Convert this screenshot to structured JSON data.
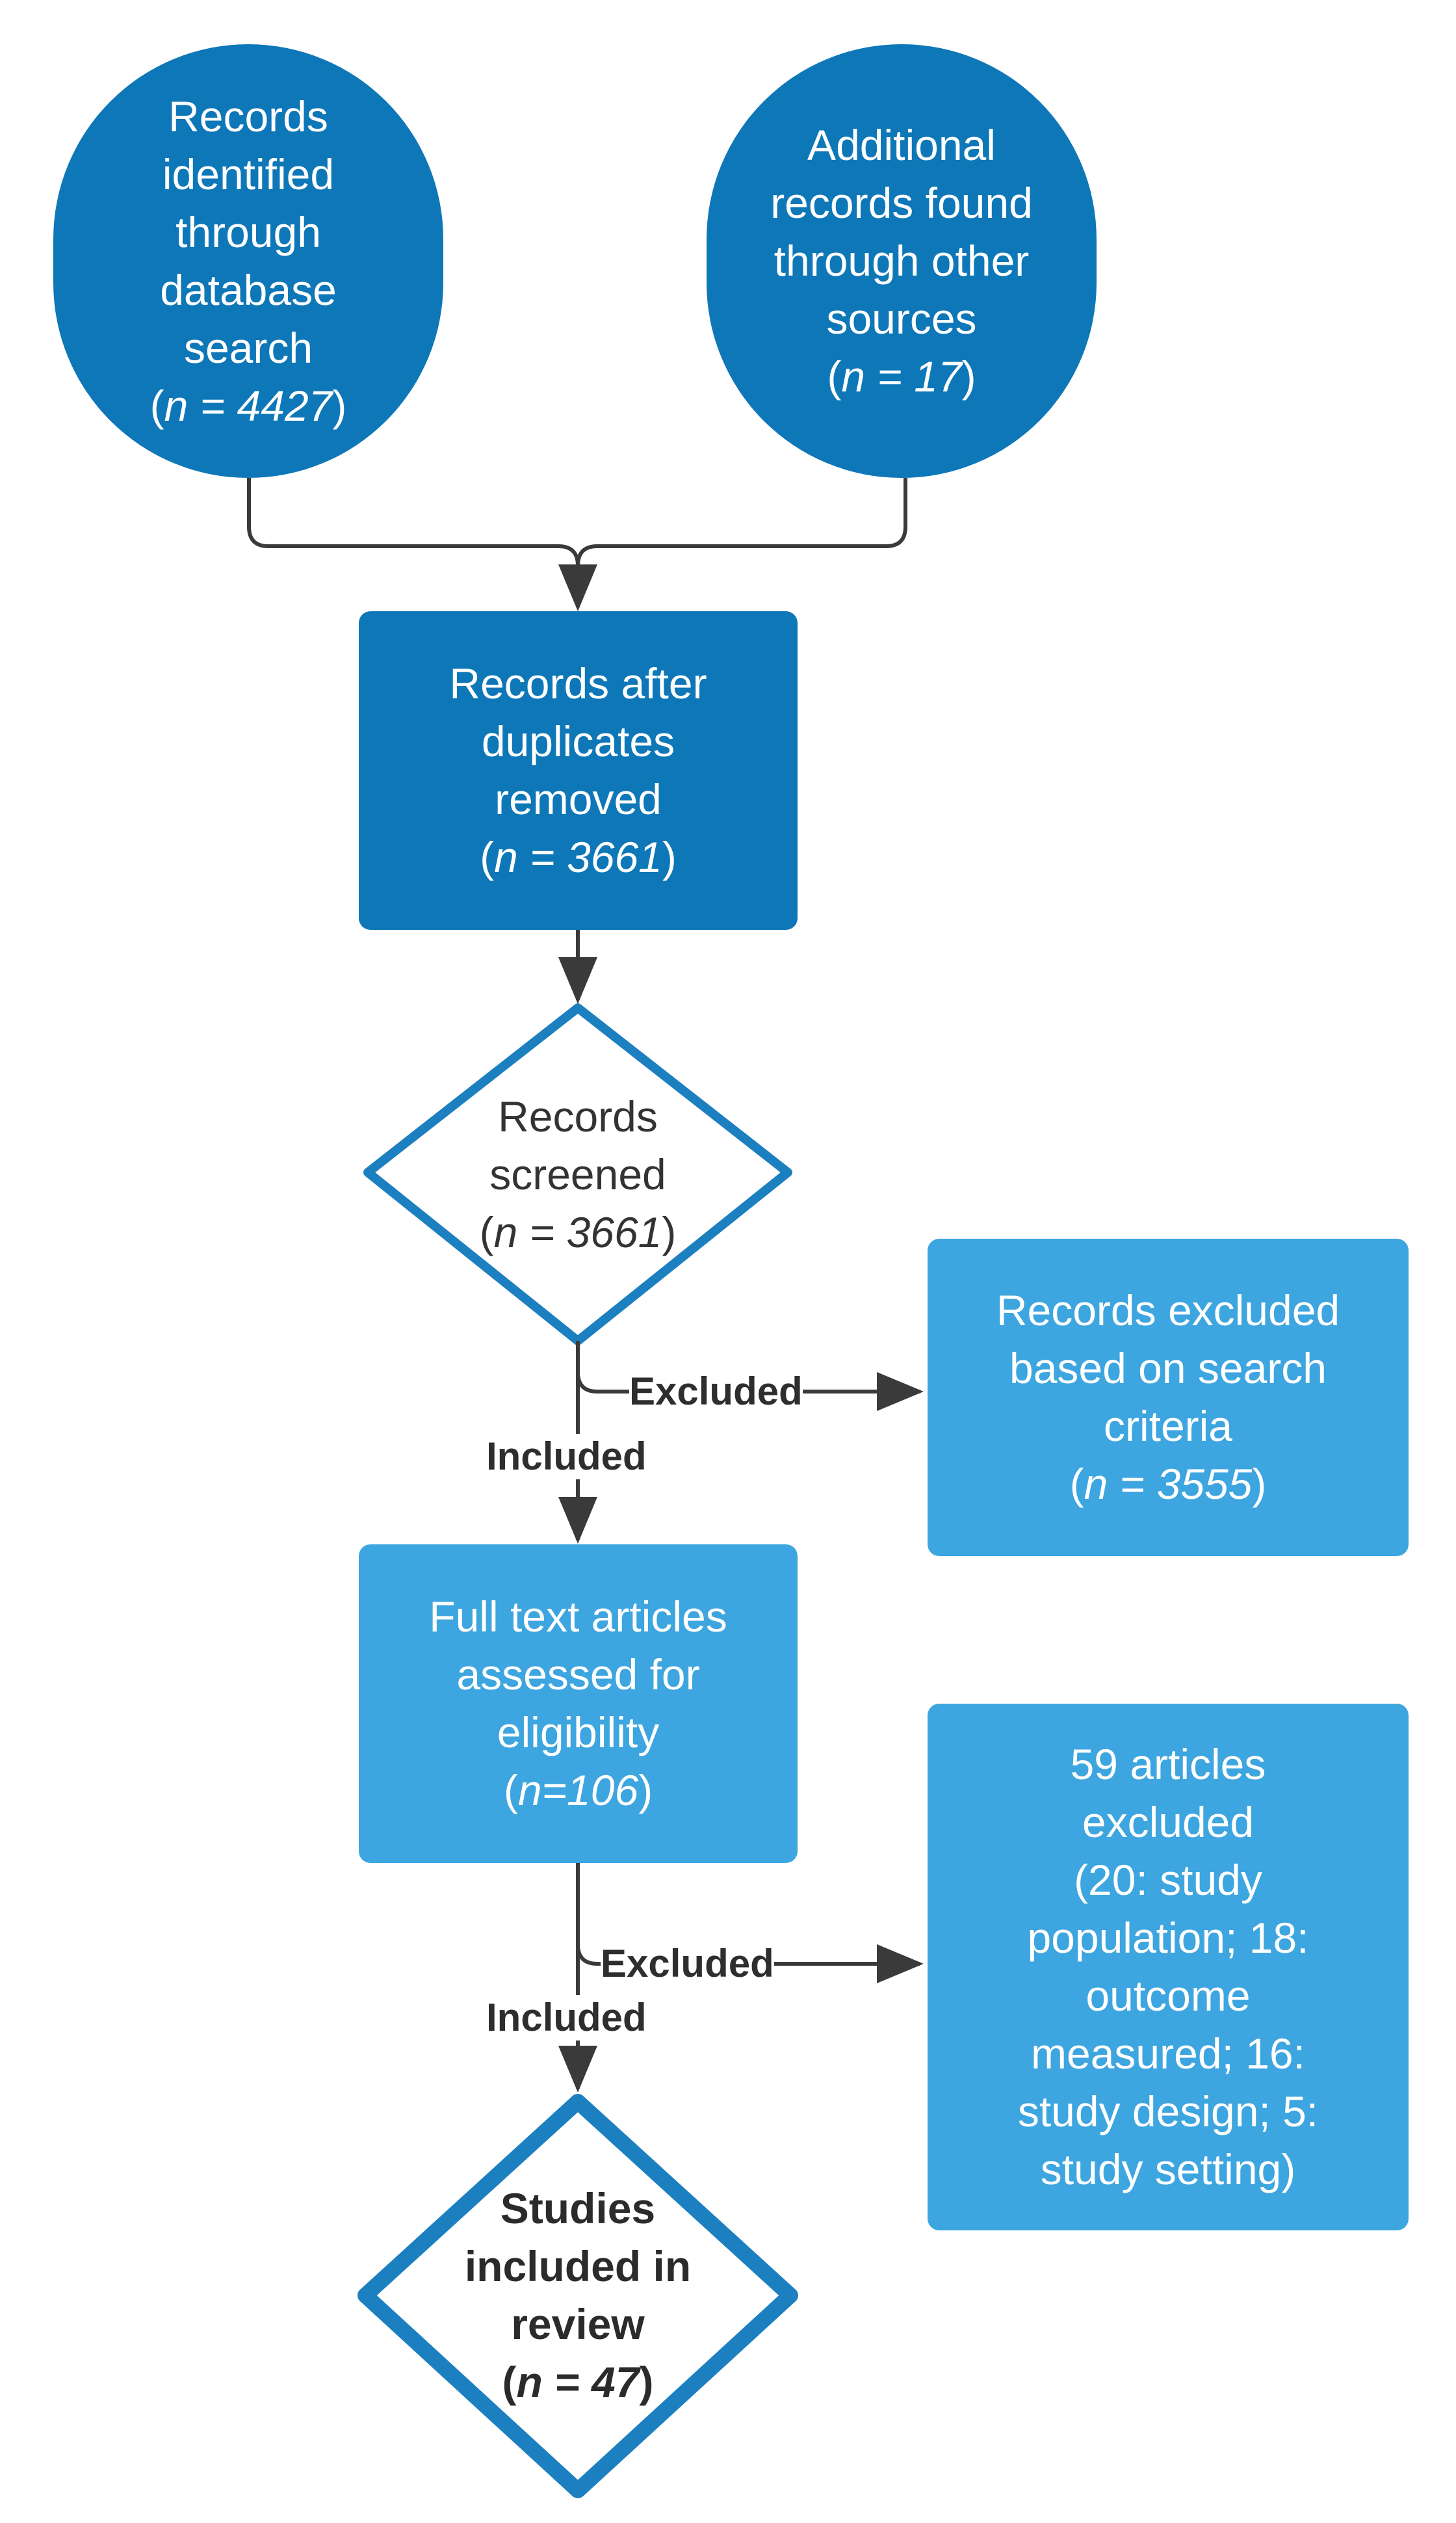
{
  "colors": {
    "dark_blue": "#0e77b8",
    "light_blue": "#3da5df",
    "diamond_border": "#1c7fc0",
    "connector": "#3a3a3a",
    "text_white": "#ffffff",
    "text_dark": "#333333"
  },
  "nodes": {
    "database_search": {
      "lines": [
        "Records",
        "identified",
        "through",
        "database",
        "search"
      ],
      "n_prefix": "(",
      "n_value": "n = 4427",
      "n_suffix": ")"
    },
    "other_sources": {
      "lines": [
        "Additional",
        "records found",
        "through other",
        "sources"
      ],
      "n_prefix": "(",
      "n_value": "n = 17",
      "n_suffix": ")"
    },
    "duplicates_removed": {
      "lines": [
        "Records after",
        "duplicates",
        "removed"
      ],
      "n_prefix": "(",
      "n_value": "n = 3661",
      "n_suffix": ")"
    },
    "records_screened": {
      "lines": [
        "Records",
        "screened"
      ],
      "n_prefix": "(",
      "n_value": "n = 3661",
      "n_suffix": ")"
    },
    "records_excluded": {
      "lines": [
        "Records excluded",
        "based on search",
        "criteria"
      ],
      "n_prefix": "(",
      "n_value": "n = 3555",
      "n_suffix": ")"
    },
    "full_text": {
      "lines": [
        "Full text articles",
        "assessed for",
        "eligibility"
      ],
      "n_prefix": "(",
      "n_value": "n=106",
      "n_suffix": ")"
    },
    "articles_excluded": {
      "lines": [
        "59 articles",
        "excluded",
        "(20: study",
        "population; 18:",
        "outcome",
        "measured; 16:",
        "study design; 5:",
        "study setting)"
      ]
    },
    "studies_included": {
      "lines": [
        "Studies",
        "included in",
        "review"
      ],
      "n_prefix": "(",
      "n_value": "n = 47",
      "n_suffix": ")"
    }
  },
  "edge_labels": {
    "excluded_1": "Excluded",
    "included_1": "Included",
    "excluded_2": "Excluded",
    "included_2": "Included"
  }
}
